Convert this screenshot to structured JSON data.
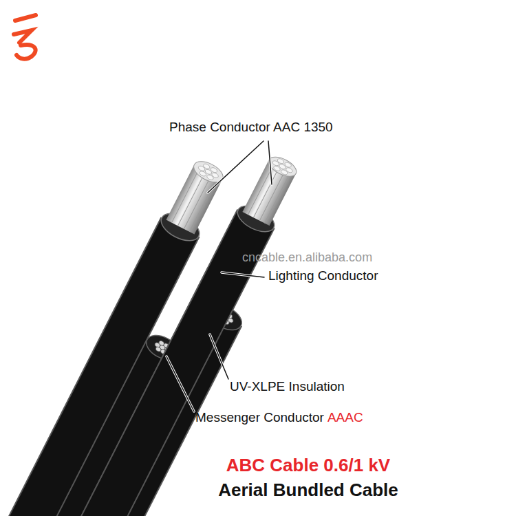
{
  "diagram": {
    "title": "ABC Cable 0.6/1 kV",
    "caption": "Aerial Bundled Cable",
    "labels": [
      "Phase Conductor AAC 1350",
      "cncable.en.alibaba.com",
      "Lighting Conductor",
      "UV-XLPE Insulation",
      "Messenger Conductor",
      "AAAC"
    ]
  }
}
